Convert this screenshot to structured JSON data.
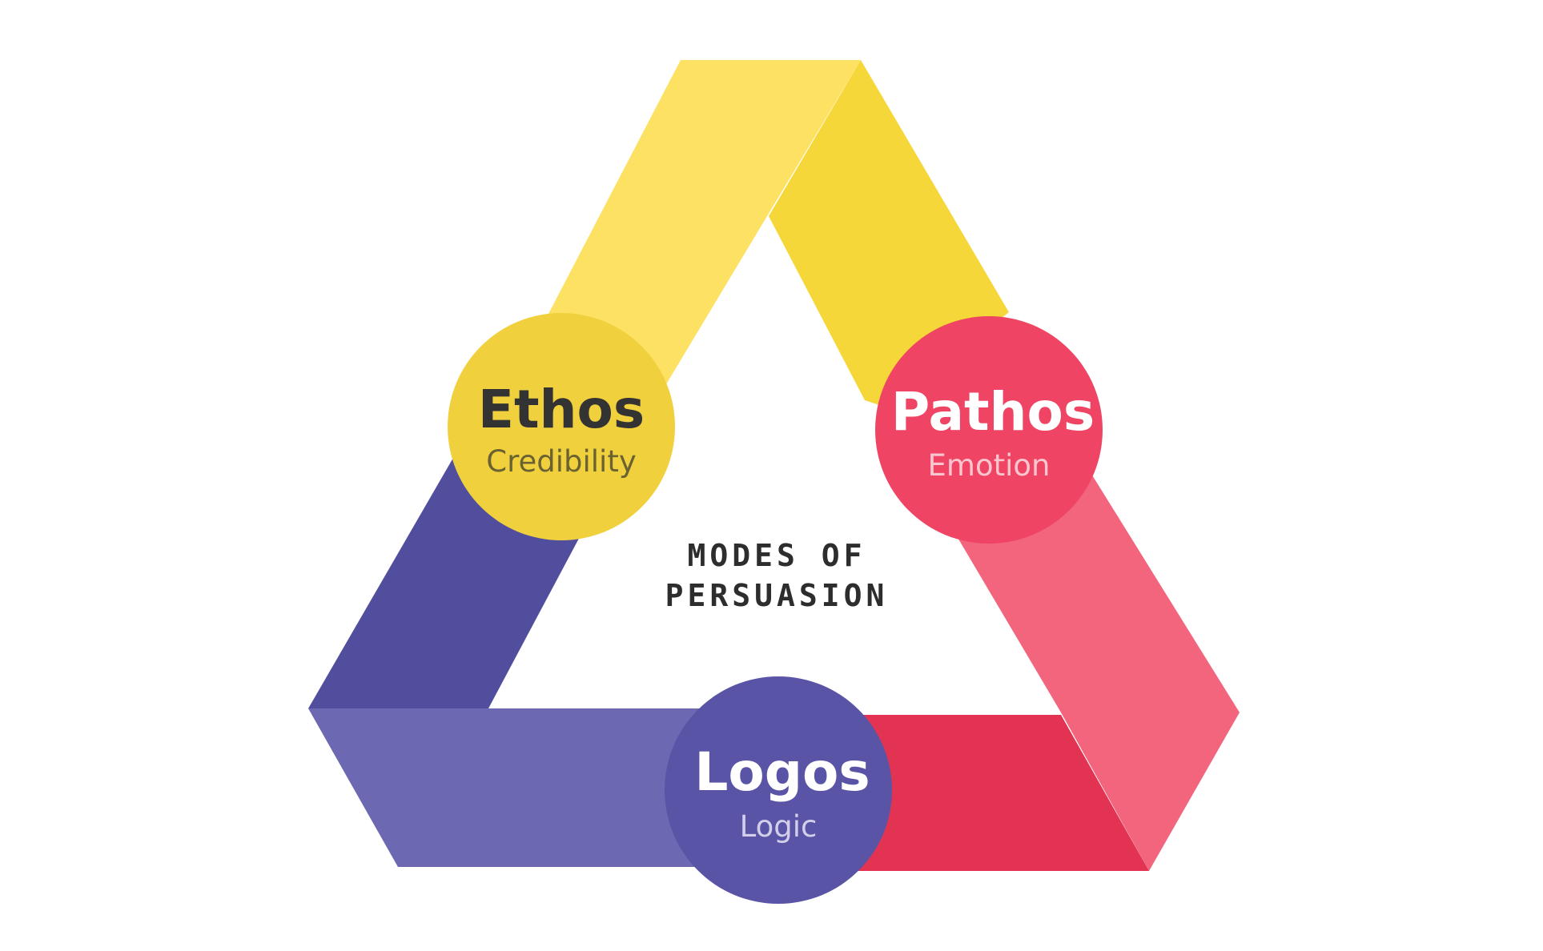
{
  "center": {
    "line1": "MODES OF",
    "line2": "PERSUASION"
  },
  "nodes": {
    "ethos": {
      "title": "Ethos",
      "subtitle": "Credibility",
      "color": "#F1D03E",
      "title_color": "#333333",
      "subtitle_color": "#6B6231"
    },
    "pathos": {
      "title": "Pathos",
      "subtitle": "Emotion",
      "color": "#EF4463",
      "title_color": "#FFFFFF",
      "subtitle_color": "#FBC5CF"
    },
    "logos": {
      "title": "Logos",
      "subtitle": "Logic",
      "color": "#5A54A6",
      "title_color": "#FFFFFF",
      "subtitle_color": "#D2CFEA"
    }
  },
  "bands": {
    "yellow_light": "#FDE163",
    "yellow_dark": "#F6D73A",
    "pink_light": "#F2657D",
    "red_dark": "#E23353",
    "purple_light": "#6C68B1",
    "purple_dark": "#514E9E"
  }
}
